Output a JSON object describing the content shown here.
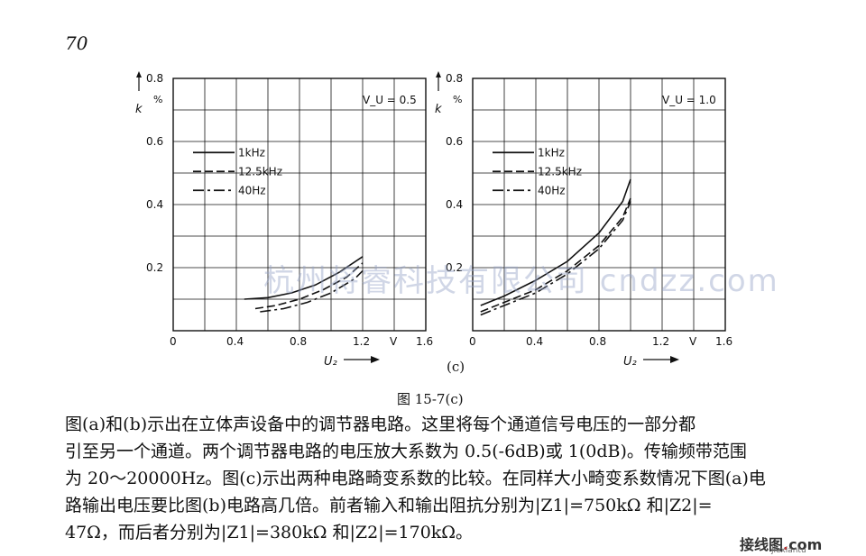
{
  "page_number": "70",
  "subfigure_label": "(c)",
  "figure_caption": "图 15-7(c)",
  "paragraph": [
    "图(a)和(b)示出在立体声设备中的调节器电路。这里将每个通道信号电压的一部分都",
    "引至另一个通道。两个调节器电路的电压放大系数为 0.5(-6dB)或 1(0dB)。传输频带范围",
    "为 20～20000Hz。图(c)示出两种电路畸变系数的比较。在同样大小畸变系数情况下图(a)电",
    "路输出电压要比图(b)电路高几倍。前者输入和输出阻抗分别为|Z1|=750kΩ 和|Z2|=",
    "47Ω，而后者分别为|Z1|=380kΩ 和|Z2|=170kΩ。"
  ],
  "watermark_top": "杭州将睿科技有限公司 cndzz.com",
  "watermark_bottom": {
    "brand": "接线图",
    "dot": ".",
    "com": "com",
    "sub": "jiexiantu"
  },
  "colors": {
    "line": "#111111",
    "grid": "#111111",
    "watermark": "#96a5c8"
  },
  "chart_data": [
    {
      "type": "line",
      "annotation": "V_U = 0.5",
      "ylabel": "k",
      "yunit": "%",
      "xlabel": "U₂",
      "xunit": "V",
      "xlim": [
        0,
        1.6
      ],
      "ylim": [
        0,
        0.8
      ],
      "xticks": [
        0,
        0.4,
        0.8,
        1.2,
        1.6
      ],
      "yticks": [
        0.2,
        0.4,
        0.6,
        0.8
      ],
      "grid": true,
      "legend_position": "top-left",
      "series": [
        {
          "name": "1kHz",
          "style": "solid",
          "x": [
            0.45,
            0.6,
            0.75,
            0.9,
            1.05,
            1.2
          ],
          "y": [
            0.1,
            0.105,
            0.12,
            0.145,
            0.185,
            0.235
          ]
        },
        {
          "name": "12.5kHz",
          "style": "dashed",
          "x": [
            0.52,
            0.65,
            0.8,
            0.95,
            1.1,
            1.2
          ],
          "y": [
            0.07,
            0.08,
            0.1,
            0.13,
            0.17,
            0.215
          ]
        },
        {
          "name": "40Hz",
          "style": "dashdot",
          "x": [
            0.55,
            0.7,
            0.85,
            1.0,
            1.15,
            1.2
          ],
          "y": [
            0.06,
            0.07,
            0.09,
            0.12,
            0.165,
            0.19
          ]
        }
      ]
    },
    {
      "type": "line",
      "annotation": "V_U = 1.0",
      "ylabel": "k",
      "yunit": "%",
      "xlabel": "U₂",
      "xunit": "V",
      "xlim": [
        0,
        1.6
      ],
      "ylim": [
        0,
        0.8
      ],
      "xticks": [
        0,
        0.4,
        0.8,
        1.2,
        1.6
      ],
      "yticks": [
        0.2,
        0.4,
        0.6,
        0.8
      ],
      "grid": true,
      "legend_position": "top-left",
      "series": [
        {
          "name": "1kHz",
          "style": "solid",
          "x": [
            0.05,
            0.2,
            0.4,
            0.6,
            0.8,
            0.95,
            1.0
          ],
          "y": [
            0.08,
            0.11,
            0.16,
            0.22,
            0.31,
            0.41,
            0.48
          ]
        },
        {
          "name": "12.5kHz",
          "style": "dashed",
          "x": [
            0.05,
            0.2,
            0.4,
            0.6,
            0.8,
            0.95,
            1.0
          ],
          "y": [
            0.06,
            0.09,
            0.13,
            0.19,
            0.27,
            0.36,
            0.42
          ]
        },
        {
          "name": "40Hz",
          "style": "dashdot",
          "x": [
            0.05,
            0.2,
            0.4,
            0.6,
            0.8,
            0.95,
            1.0
          ],
          "y": [
            0.05,
            0.08,
            0.12,
            0.18,
            0.26,
            0.35,
            0.41
          ]
        }
      ]
    }
  ]
}
